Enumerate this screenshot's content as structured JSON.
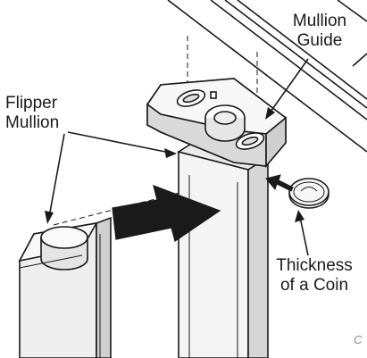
{
  "labels": {
    "mullion_guide": [
      "Mullion",
      "Guide"
    ],
    "flipper_mullion": [
      "Flipper",
      "Mullion"
    ],
    "coin": [
      "Thickness",
      "of a Coin"
    ]
  },
  "corner_mark": "C",
  "colors": {
    "line": "#1a1a1a",
    "part_fill": "#f2f2f2",
    "shade": "#dcdcdc",
    "arrow": "#1a1a1a"
  },
  "icons": [
    "direction-arrow-icon",
    "coin-icon"
  ]
}
